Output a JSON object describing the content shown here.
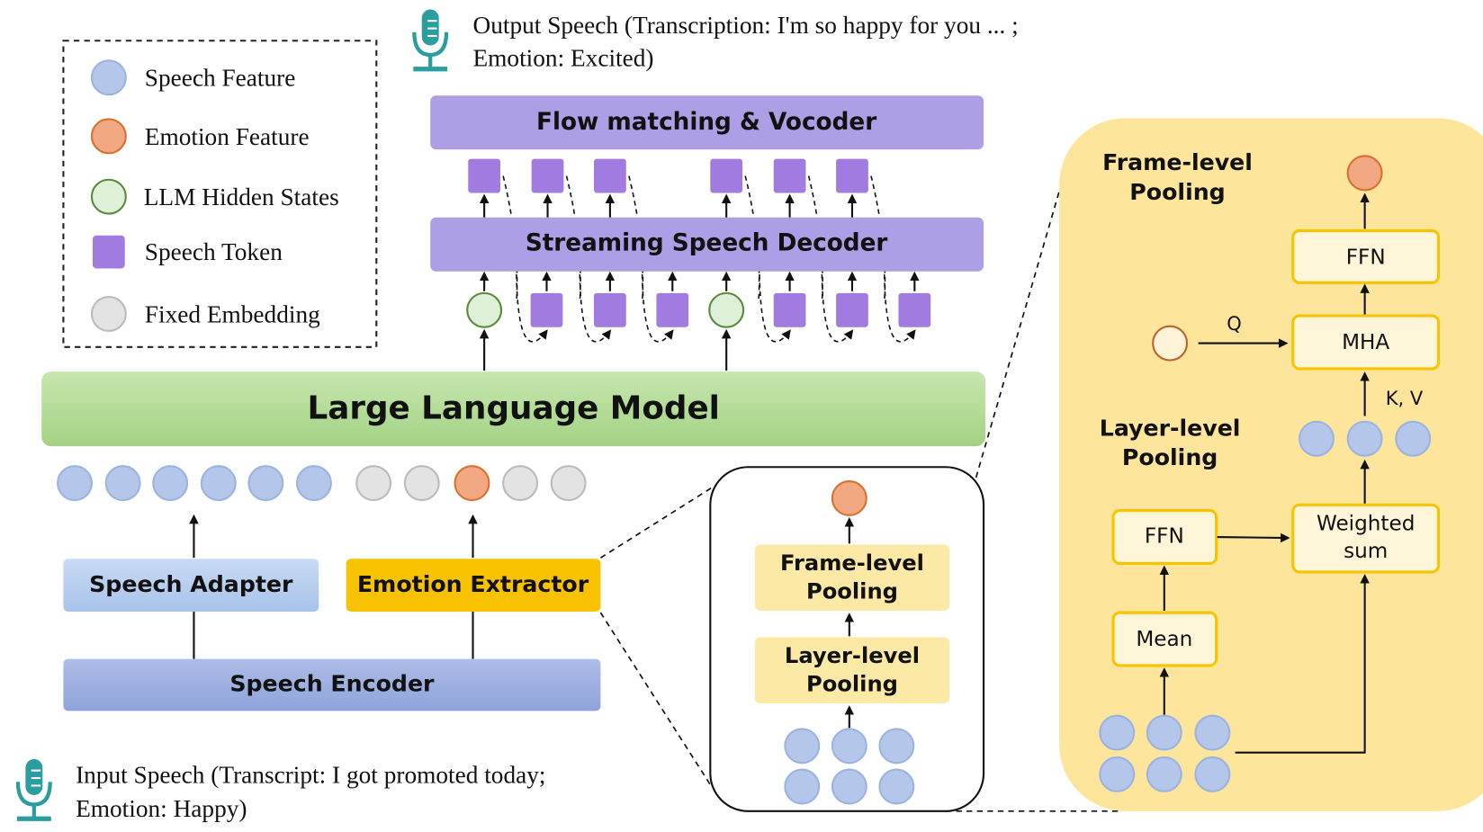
{
  "legend": {
    "items": [
      {
        "label": "Speech Feature",
        "shape": "circle",
        "color": "#b4c7ea"
      },
      {
        "label": "Emotion Feature",
        "shape": "circle",
        "color": "#f2a983"
      },
      {
        "label": "LLM Hidden States",
        "shape": "circle",
        "color": "#dff0d8"
      },
      {
        "label": "Speech Token",
        "shape": "square",
        "color": "#a27be0"
      },
      {
        "label": "Fixed Embedding",
        "shape": "circle",
        "color": "#e3e3e3"
      }
    ]
  },
  "output_speech": {
    "line1": "Output Speech (Transcription: I'm so happy for you ... ;",
    "line2": "Emotion: Excited)",
    "icon": "microphone-icon"
  },
  "input_speech": {
    "line1": "Input Speech (Transcript: I got promoted today;",
    "line2": "Emotion: Happy)",
    "icon": "microphone-icon"
  },
  "blocks": {
    "flow": "Flow matching & Vocoder",
    "decoder": "Streaming Speech Decoder",
    "llm": "Large Language Model",
    "adapter": "Speech Adapter",
    "extractor": "Emotion Extractor",
    "encoder": "Speech Encoder"
  },
  "extractor_detail": {
    "frame": [
      "Frame-level",
      "Pooling"
    ],
    "layer": [
      "Layer-level",
      "Pooling"
    ]
  },
  "pooling_detail": {
    "frame_title": [
      "Frame-level",
      "Pooling"
    ],
    "layer_title": [
      "Layer-level",
      "Pooling"
    ],
    "ffn_top": "FFN",
    "mha": "MHA",
    "q": "Q",
    "kv": "K, V",
    "ffn_bottom": "FFN",
    "weighted": [
      "Weighted",
      "sum"
    ],
    "mean": "Mean"
  },
  "colors": {
    "purple_block": "#ad9ee6",
    "token": "#a27be0",
    "llm_green": "#b5dc9c",
    "adapter_blue": "#b9cff0",
    "extractor_yellow": "#f8c200",
    "encoder_blue": "#9fb1e2",
    "pooling_panel": "#fde59c",
    "mic_teal": "#2a9d9f"
  }
}
